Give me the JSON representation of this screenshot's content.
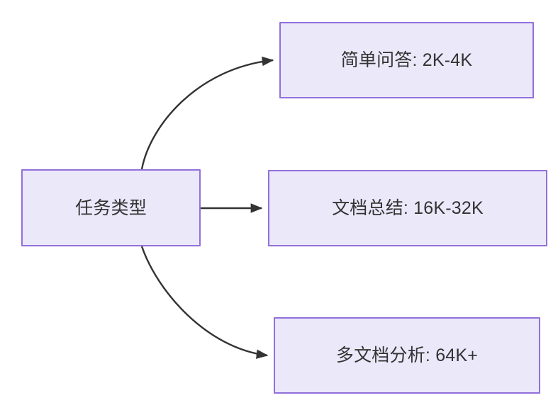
{
  "diagram": {
    "type": "flowchart",
    "direction": "left-to-right",
    "background_color": "#ffffff",
    "node_fill_color": "#ebe8fa",
    "node_border_color": "#9270db",
    "node_text_color": "#333333",
    "edge_color": "#333333",
    "source": {
      "id": "task-type",
      "label": "任务类型"
    },
    "targets": [
      {
        "id": "simple-qa",
        "label": "简单问答: 2K-4K",
        "edge_style": "curved"
      },
      {
        "id": "doc-summary",
        "label": "文档总结: 16K-32K",
        "edge_style": "straight"
      },
      {
        "id": "multi-doc-analysis",
        "label": "多文档分析: 64K+",
        "edge_style": "curved"
      }
    ]
  }
}
